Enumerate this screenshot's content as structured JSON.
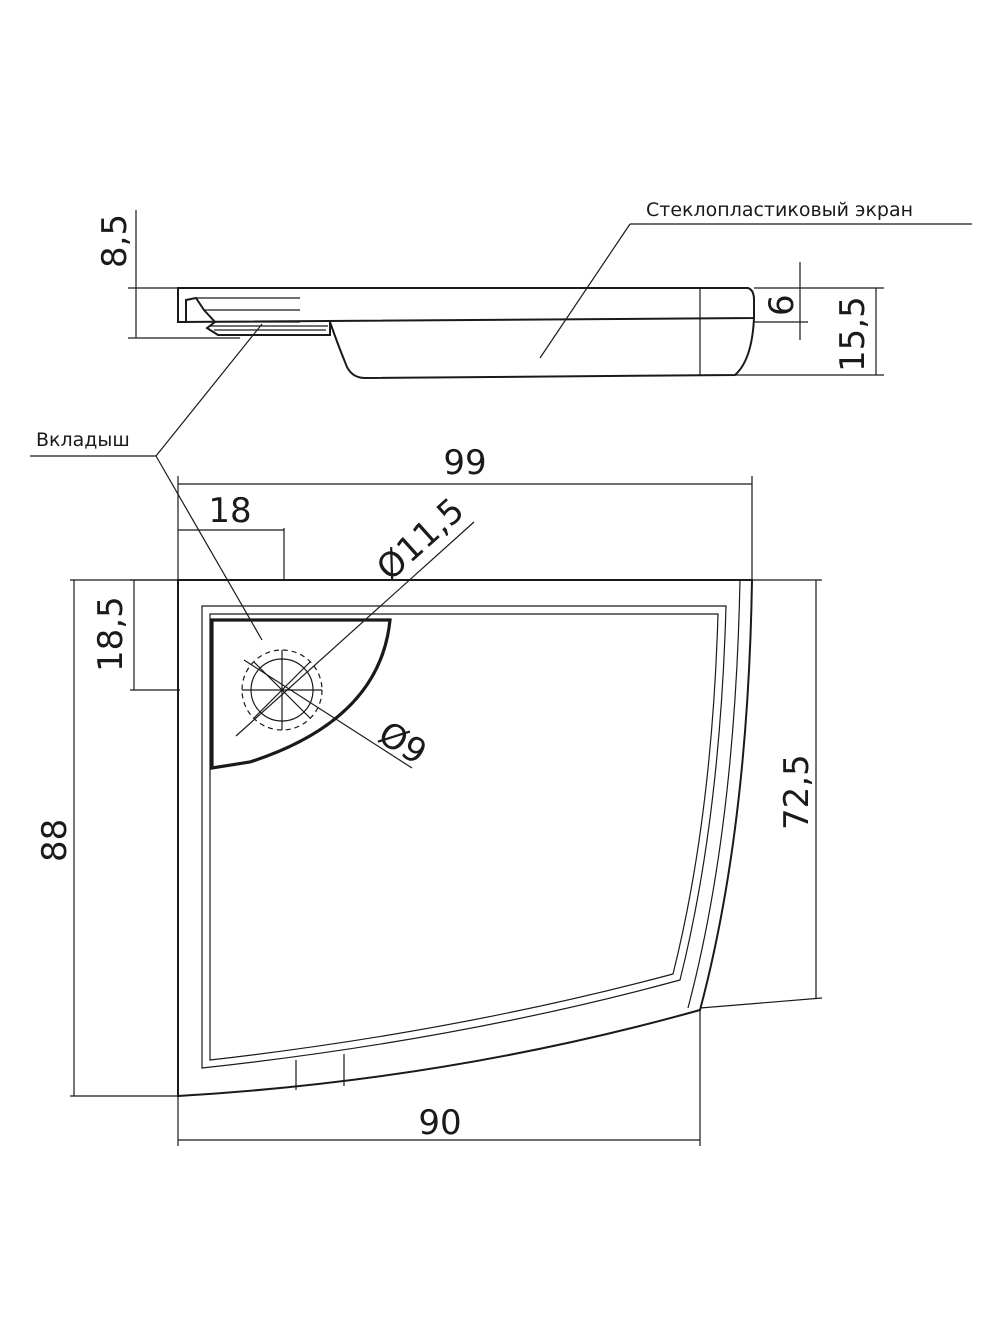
{
  "labels": {
    "screen": "Стеклопластиковый экран",
    "insert": "Вкладыш"
  },
  "dimensions": {
    "side_height_top": "8,5",
    "side_height_mid": "6",
    "side_height_total": "15,5",
    "width_top": "99",
    "drain_offset_x": "18",
    "drain_outer_diam": "Ø11,5",
    "drain_offset_y": "18,5",
    "drain_inner_diam": "Ø9",
    "right_side_length": "72,5",
    "depth_total": "88",
    "width_bottom": "90"
  },
  "colors": {
    "line": "#1a1a1a",
    "background": "#ffffff"
  }
}
